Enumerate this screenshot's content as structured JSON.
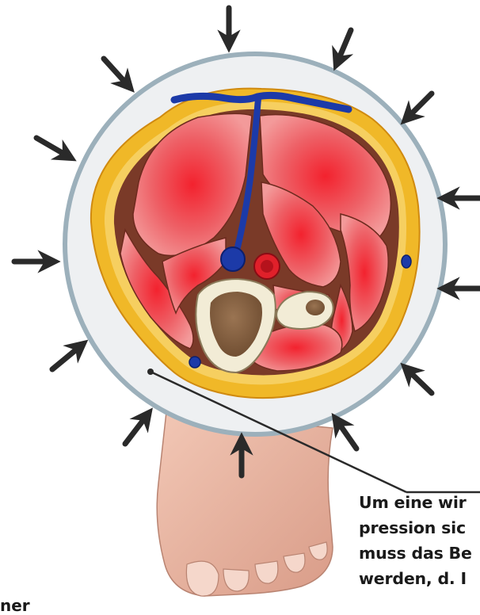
{
  "caption": {
    "lines": [
      "Um eine wir",
      "pression sic",
      "muss das Be",
      "werden, d. I"
    ]
  },
  "left_fragment": "ner",
  "colors": {
    "muscle": "#e8454f",
    "fat": "#f0b828",
    "ring": "#9cb0bb",
    "skin_zone": "#eef0f2",
    "vein": "#1c3aa8",
    "artery": "#e0202a",
    "bone": "#f2ecd6",
    "marrow": "#8c6642",
    "arrow": "#2a2a2a",
    "foot": "#eab9a6"
  },
  "icons": [
    "compression-arrow-icon"
  ]
}
